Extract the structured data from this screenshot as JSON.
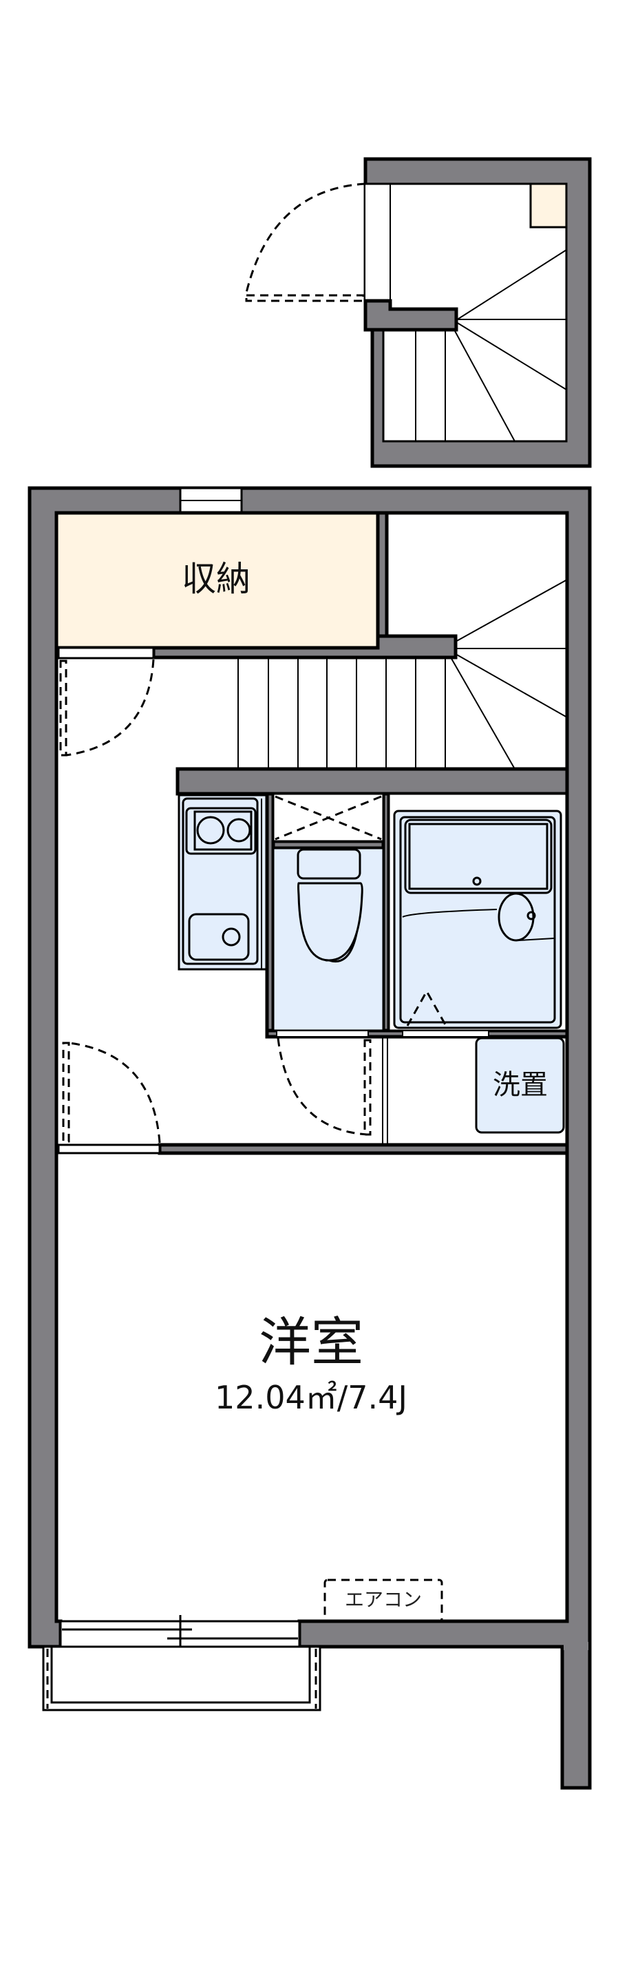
{
  "floorplan": {
    "rooms": {
      "storage": {
        "label": "収納",
        "fill": "#fff4e2"
      },
      "washer": {
        "label": "洗置",
        "fill": "#e3eefc"
      },
      "western_room": {
        "label": "洋室",
        "area": "12.04㎡/7.4J"
      },
      "aircon": {
        "label": "エアコン"
      }
    },
    "colors": {
      "wall": "#807f83",
      "wet_area": "#e3eefc",
      "storage": "#fff4e2"
    },
    "fixtures": [
      "kitchen-stove-2-burner",
      "kitchen-sink",
      "toilet",
      "unit-bath",
      "washing-machine-space",
      "closet-x-box",
      "spiral-stairs",
      "balcony",
      "sliding-window"
    ]
  }
}
